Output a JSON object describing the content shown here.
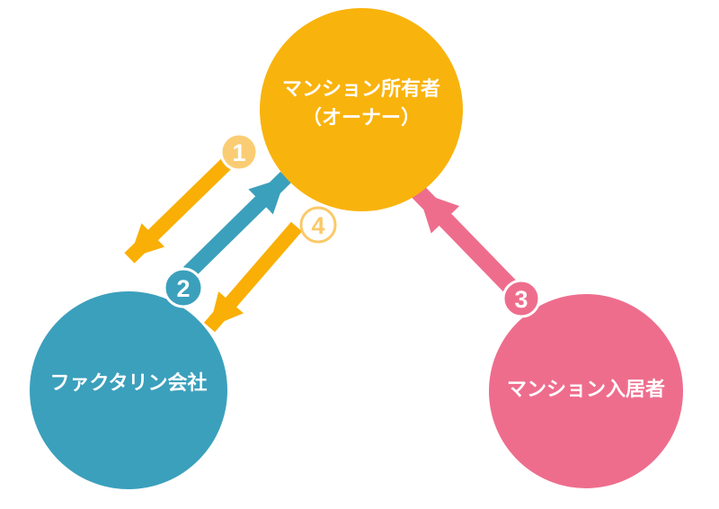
{
  "colors": {
    "background": "#FFFFFF",
    "owner_yellow": "#F9B30D",
    "arrow_yellow": "#F9AF05",
    "teal": "#3BA0BC",
    "pink": "#EE6D8D",
    "badge1_fill": "#FACD74",
    "badge4_accent": "#FBC968",
    "white": "#FFFFFF"
  },
  "nodes": {
    "owner": {
      "label_line1": "マンション所有者",
      "label_line2": "（オーナー）"
    },
    "factoring": {
      "label": "ファクタリン会社"
    },
    "tenant": {
      "label": "マンション入居者"
    }
  },
  "badges": {
    "b1": {
      "label": "1",
      "style": "filled-light-yellow"
    },
    "b2": {
      "label": "2",
      "style": "filled-teal"
    },
    "b3": {
      "label": "3",
      "style": "filled-pink"
    },
    "b4": {
      "label": "4",
      "style": "outlined-yellow"
    }
  },
  "arrows": [
    {
      "step": "1",
      "from": "マンション所有者（オーナー）",
      "to": "ファクタリン会社",
      "color": "#F9AF05"
    },
    {
      "step": "2",
      "from": "ファクタリン会社",
      "to": "マンション所有者（オーナー）",
      "color": "#3BA0BC"
    },
    {
      "step": "3",
      "from": "マンション入居者",
      "to": "マンション所有者（オーナー）",
      "color": "#EE6D8D"
    },
    {
      "step": "4",
      "from": "マンション所有者（オーナー）",
      "to": "ファクタリン会社",
      "color": "#F9AF05"
    }
  ]
}
